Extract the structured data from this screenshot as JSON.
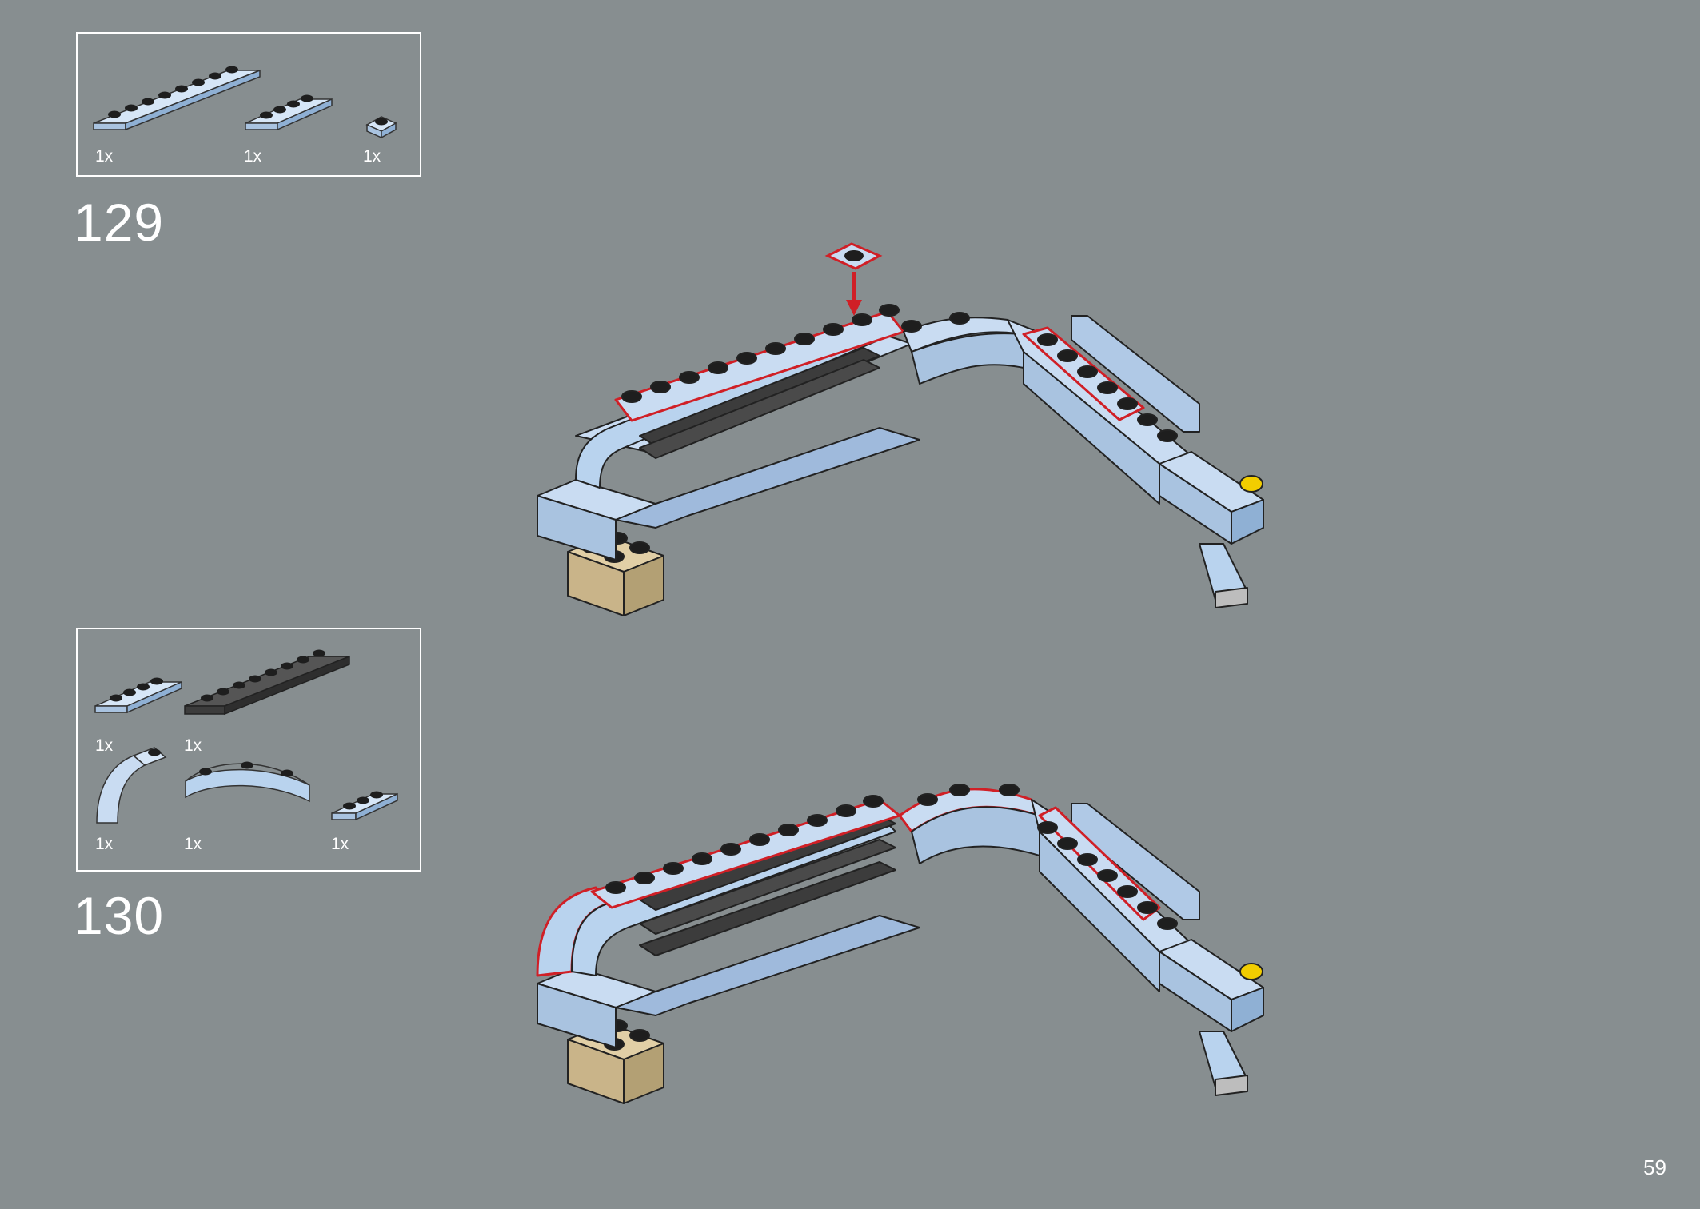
{
  "steps": [
    {
      "number": "129",
      "parts": [
        {
          "qty": "1x",
          "part": "plate 1x8 light blue"
        },
        {
          "qty": "1x",
          "part": "plate 1x4 light blue"
        },
        {
          "qty": "1x",
          "part": "plate 1x1 light blue"
        }
      ]
    },
    {
      "number": "130",
      "parts": [
        {
          "qty": "1x",
          "part": "plate 1x4 light blue"
        },
        {
          "qty": "1x",
          "part": "plate 1x8 dark grey"
        },
        {
          "qty": "1x",
          "part": "macaroni brick light blue"
        },
        {
          "qty": "1x",
          "part": "curved plate light blue"
        },
        {
          "qty": "1x",
          "part": "plate 1x3 light blue"
        }
      ]
    }
  ],
  "page_number": "59",
  "colors": {
    "background": "#878e90",
    "brick_light_blue": "#b9d3ee",
    "brick_dark_grey": "#3c3c3c",
    "brick_tan": "#c9b489",
    "highlight_red": "#d01f26",
    "accent_yellow": "#f2cd00"
  }
}
